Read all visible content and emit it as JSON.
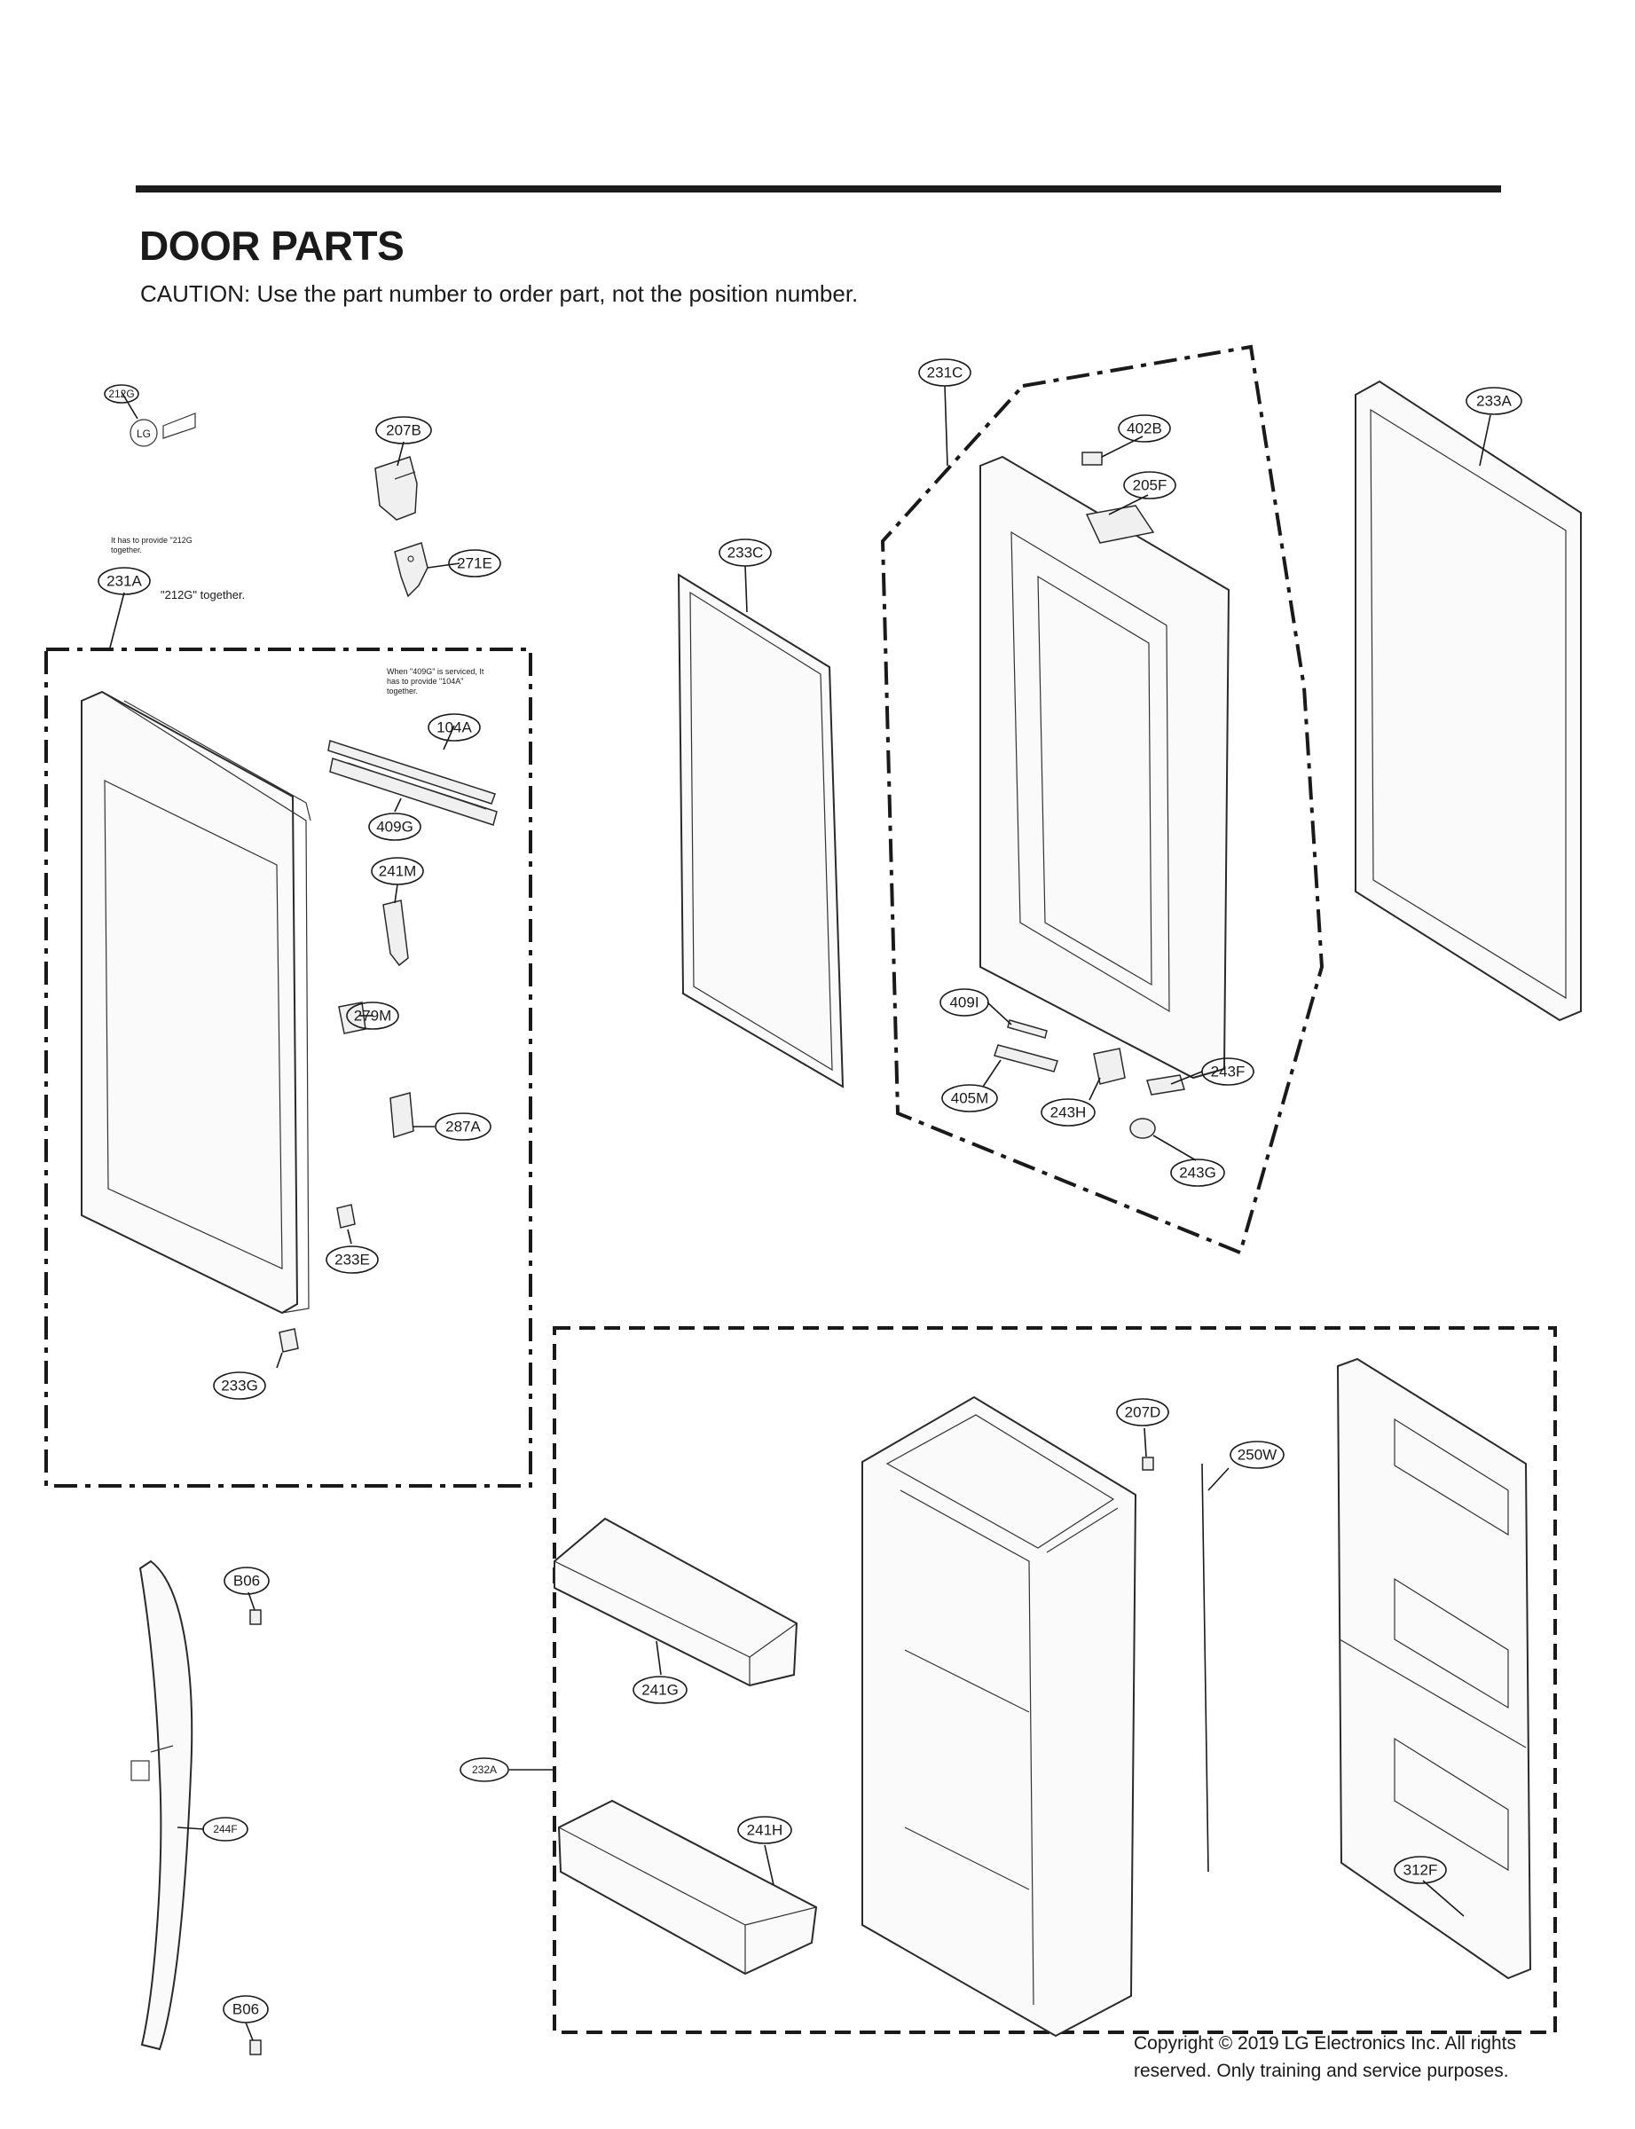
{
  "header": {
    "title": "DOOR PARTS",
    "caution": "CAUTION: Use the part number to order part, not the position number."
  },
  "notes": {
    "note_212g": "It has to provide \"212G together.",
    "note_231a": "\"212G\" together.",
    "note_409g": "When \"409G\" is serviced, It has to provide \"104A\" together."
  },
  "parts": {
    "p212G": "212G",
    "p207B": "207B",
    "p271E": "271E",
    "p231A": "231A",
    "p104A": "104A",
    "p409G": "409G",
    "p241M": "241M",
    "p279M": "279M",
    "p287A": "287A",
    "p233E": "233E",
    "p233G": "233G",
    "p233C": "233C",
    "p231C": "231C",
    "p402B": "402B",
    "p205F": "205F",
    "p233A": "233A",
    "p409I": "409I",
    "p405M": "405M",
    "p243H": "243H",
    "p243F": "243F",
    "p243G": "243G",
    "p207D": "207D",
    "p250W": "250W",
    "p241G": "241G",
    "p232A": "232A",
    "p241H": "241H",
    "p312F": "312F",
    "pB06a": "B06",
    "pB06b": "B06",
    "p244F": "244F"
  },
  "logo": {
    "brand": "LG"
  },
  "footer": {
    "copyright_line1": "Copyright © 2019  LG Electronics Inc. All rights",
    "copyright_line2": "reserved. Only training and service purposes."
  }
}
